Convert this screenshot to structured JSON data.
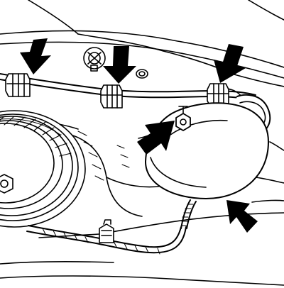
{
  "diagram": {
    "labels": [],
    "colors": {
      "stroke": "#000000",
      "background": "#ffffff",
      "arrow": "#000000"
    },
    "parts": [
      "vehicle-underbody-panel",
      "spare-wheel",
      "wheel-fastening-nut",
      "wiring-harness",
      "harness-clip-1",
      "harness-clip-2",
      "harness-clip-3",
      "cable-tie",
      "round-housing",
      "housing-mounting-bolt",
      "mounting-bracket",
      "corrugated-conduit"
    ],
    "arrows": [
      "arrow-pointing-clip-1",
      "arrow-pointing-clip-2",
      "arrow-pointing-clip-3",
      "arrow-pointing-mounting-bolt",
      "arrow-pointing-housing-bottom"
    ]
  }
}
